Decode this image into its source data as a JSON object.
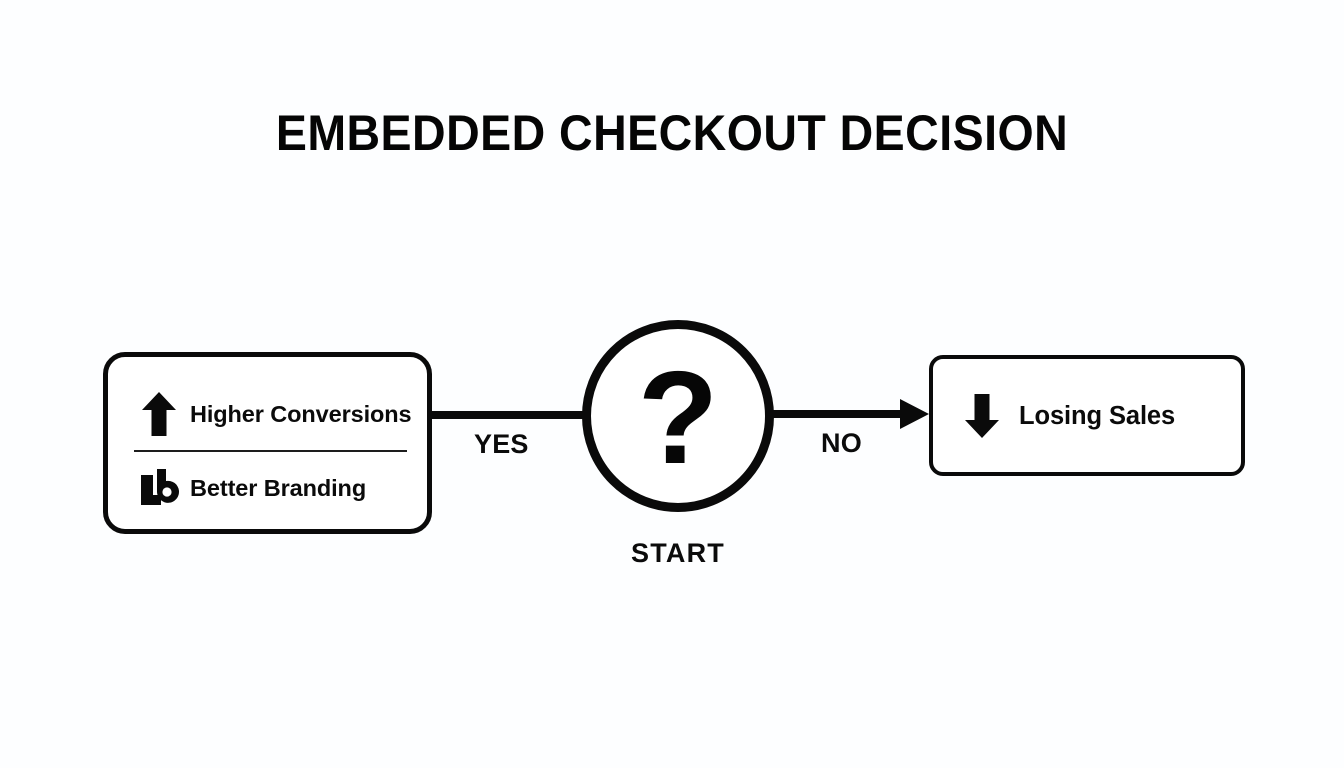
{
  "diagram": {
    "title": "EMBEDDED CHECKOUT DECISION",
    "background_color": "#fdfeff",
    "line_color": "#0a0a0a",
    "text_color": "#0b0b0b"
  },
  "decision": {
    "symbol": "?",
    "icon": "question-mark-icon",
    "caption": "START"
  },
  "edges": [
    {
      "label": "YES",
      "from": "benefits-box",
      "to": "decision-circle"
    },
    {
      "label": "NO",
      "from": "decision-circle",
      "to": "risk-box"
    }
  ],
  "edge_labels": {
    "yes": "YES",
    "no": "NO"
  },
  "benefits_box": {
    "items": [
      {
        "icon": "arrow-up-icon",
        "label": "Higher Conversions"
      },
      {
        "icon": "branding-badge-icon",
        "label": "Better Branding"
      }
    ]
  },
  "risk_box": {
    "item": {
      "icon": "arrow-down-icon",
      "label": "Losing Sales"
    }
  }
}
